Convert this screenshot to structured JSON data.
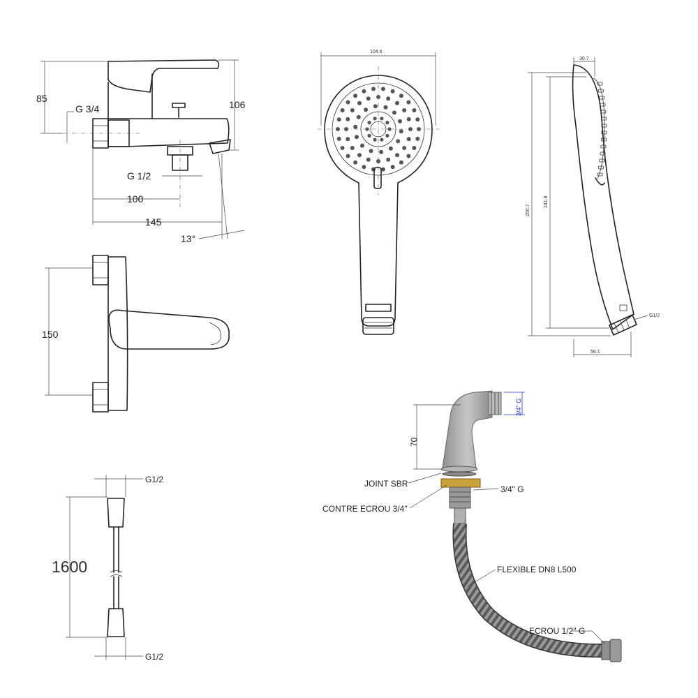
{
  "mixer_side": {
    "height_1": "85",
    "inlet_thread": "G 3/4",
    "height_2": "106",
    "outlet_thread": "G 1/2",
    "length_1": "100",
    "length_2": "145",
    "angle": "13°"
  },
  "mixer_top": {
    "centers": "150"
  },
  "shower_front": {
    "width": "104.6"
  },
  "shower_side": {
    "depth": "30.7",
    "length_total": "250.7",
    "length_body": "241.8",
    "base_width": "56.1",
    "thread": "G1/2"
  },
  "hose": {
    "thread_top": "G1/2",
    "length": "1600",
    "thread_bottom": "G1/2"
  },
  "connector": {
    "thread_side": "3/4\" G",
    "height": "70",
    "joint": "JOINT SBR",
    "thread_main": "3/4\" G",
    "nut": "CONTRE ECROU 3/4\"",
    "flex": "FLEXIBLE DN8 L500",
    "end_nut": "ECROU 1/2\" G"
  },
  "colors": {
    "connector_gray": "#a9a9a9",
    "brass_washer": "#c9a23a",
    "dimension_blue": "#1b2fd0"
  }
}
